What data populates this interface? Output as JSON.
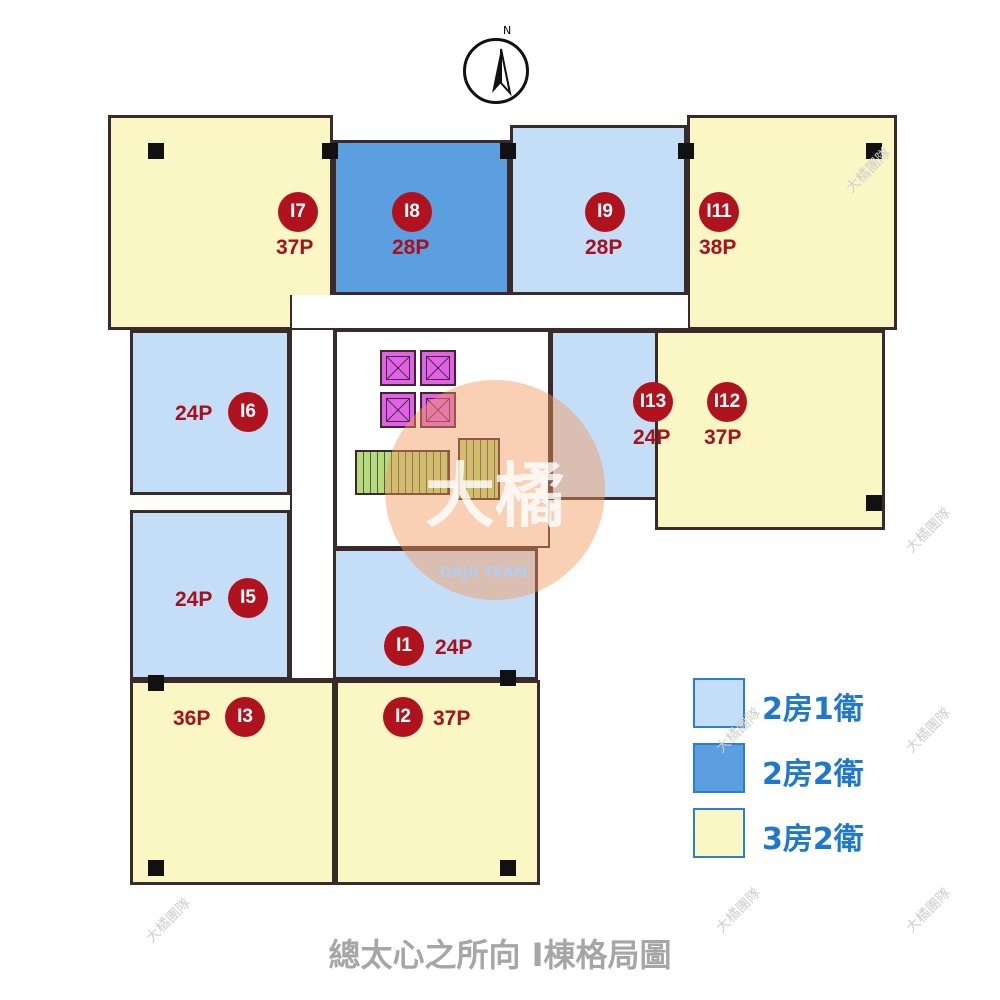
{
  "compass": {
    "label": "N"
  },
  "units": [
    {
      "id": "I7",
      "size": "37P",
      "type": "3房2衛"
    },
    {
      "id": "I8",
      "size": "28P",
      "type": "2房2衛"
    },
    {
      "id": "I9",
      "size": "28P",
      "type": "2房1衛"
    },
    {
      "id": "I11",
      "size": "38P",
      "type": "3房2衛"
    },
    {
      "id": "I6",
      "size": "24P",
      "type": "2房1衛"
    },
    {
      "id": "I13",
      "size": "24P",
      "type": "2房1衛"
    },
    {
      "id": "I12",
      "size": "37P",
      "type": "3房2衛"
    },
    {
      "id": "I5",
      "size": "24P",
      "type": "2房1衛"
    },
    {
      "id": "I1",
      "size": "24P",
      "type": "2房1衛"
    },
    {
      "id": "I3",
      "size": "36P",
      "type": "3房2衛"
    },
    {
      "id": "I2",
      "size": "37P",
      "type": "3房2衛"
    }
  ],
  "legend": [
    {
      "label": "2房1衛",
      "color": "#c4def7"
    },
    {
      "label": "2房2衛",
      "color": "#5c9fe0"
    },
    {
      "label": "3房2衛",
      "color": "#fbf7c4"
    }
  ],
  "watermark": {
    "text": "大橘團隊",
    "logo_text": "大橘",
    "logo_sub": "DAJU TEAM"
  },
  "title": "總太心之所向 I棟格局圖"
}
